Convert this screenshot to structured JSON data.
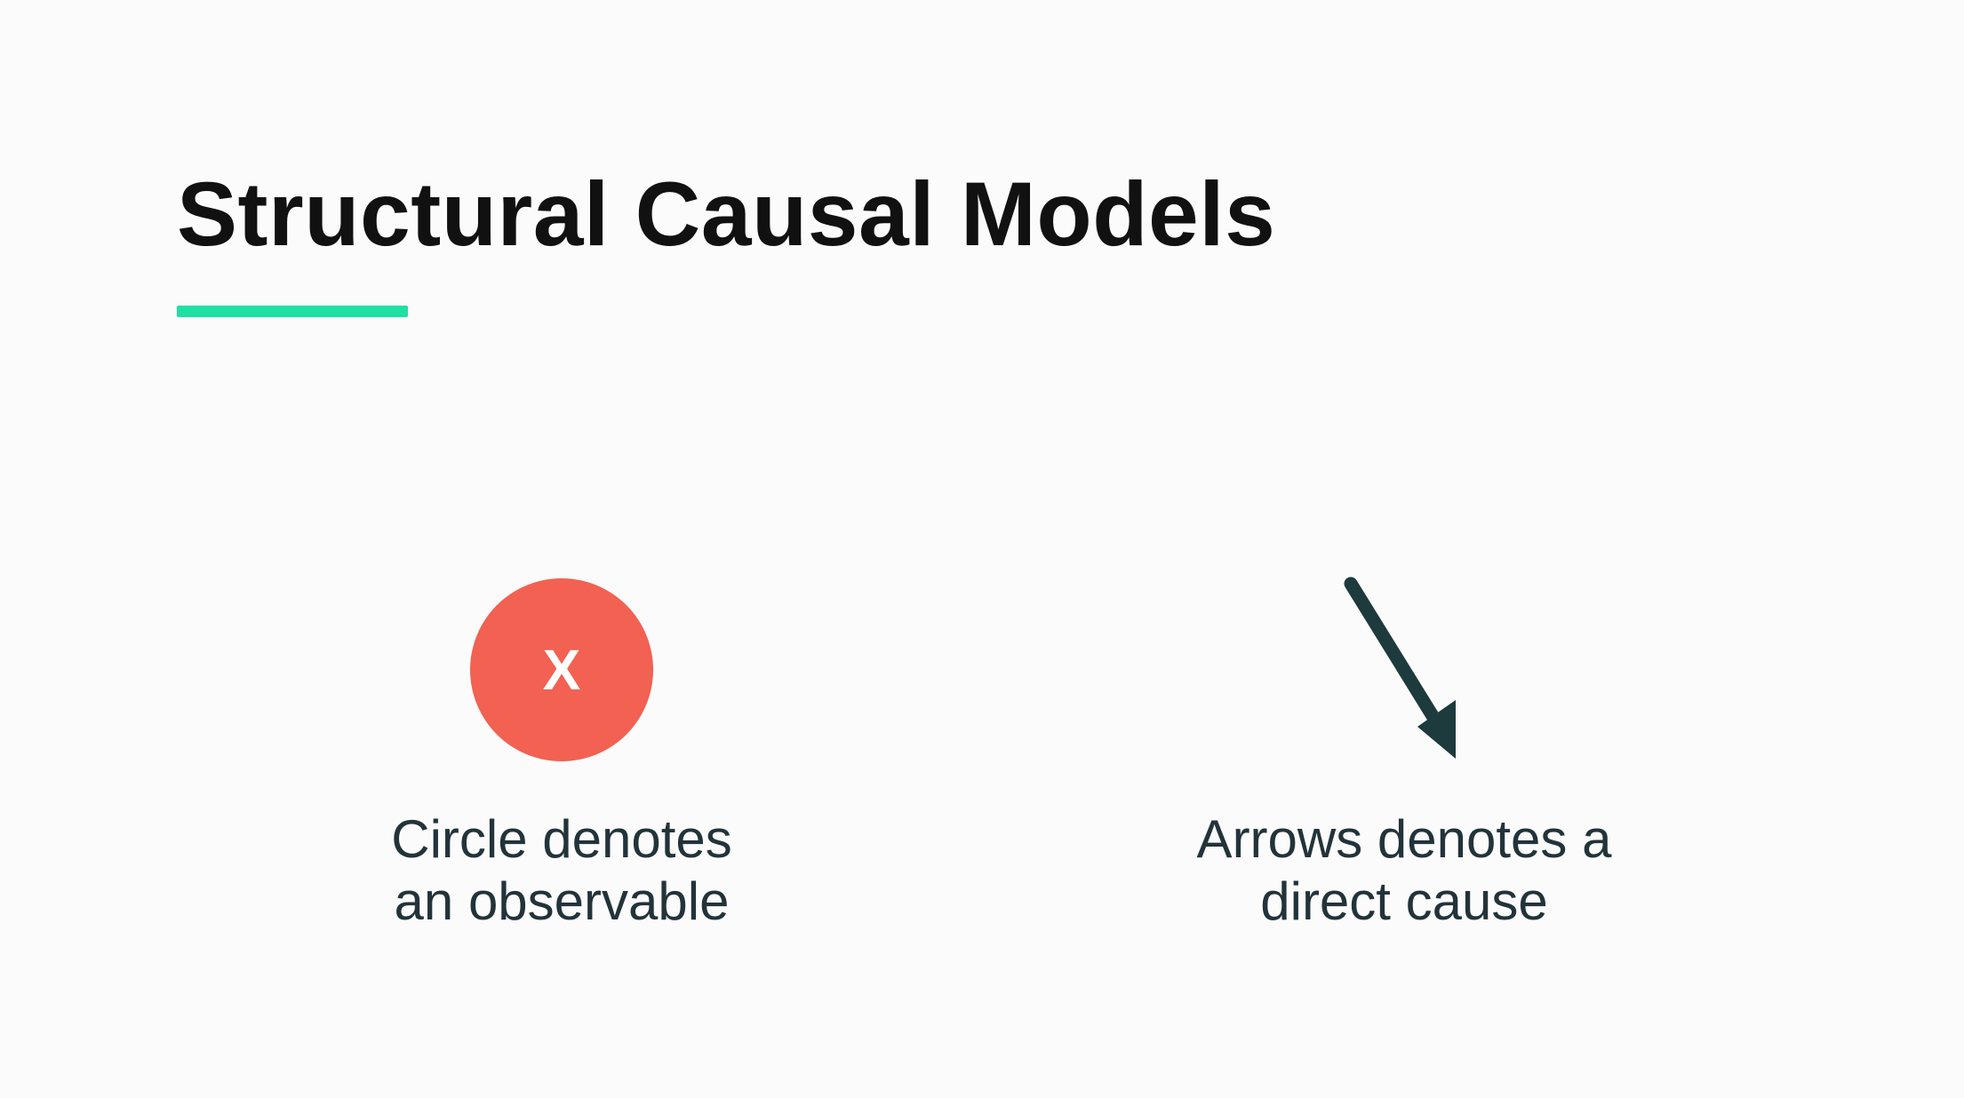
{
  "slide": {
    "title": "Structural Causal Models",
    "accent_color": "#1fe0a3"
  },
  "legend": {
    "node": {
      "letter": "X",
      "color": "#f26152",
      "caption_line1": "Circle denotes",
      "caption_line2": "an observable"
    },
    "edge": {
      "icon": "arrow-down-right-icon",
      "color": "#1d3a3c",
      "caption_line1": "Arrows denotes a",
      "caption_line2": "direct cause"
    }
  }
}
